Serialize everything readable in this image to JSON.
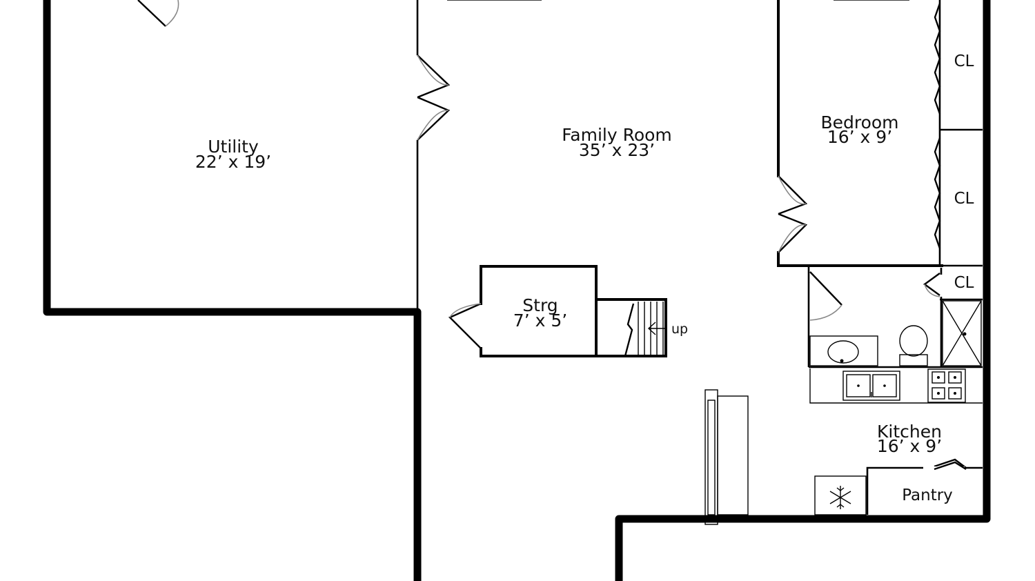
{
  "rooms": {
    "utility": {
      "name": "Utility",
      "size": "22’ x 19’"
    },
    "family_room": {
      "name": "Family Room",
      "size": "35’ x 23’"
    },
    "bedroom": {
      "name": "Bedroom",
      "size": "16’ x 9’"
    },
    "storage": {
      "name": "Strg",
      "size": "7’ x 5’"
    },
    "kitchen": {
      "name": "Kitchen",
      "size": "16’ x 9’"
    },
    "pantry": {
      "name": "Pantry"
    },
    "closet_1": {
      "name": "CL"
    },
    "closet_2": {
      "name": "CL"
    },
    "closet_3": {
      "name": "CL"
    }
  },
  "stairs": {
    "direction_label": "up"
  },
  "icons": {
    "freezer": "snowflake-icon",
    "shower": "shower-icon",
    "toilet": "toilet-icon",
    "sink": "sink-icon",
    "kitchen_sink": "double-sink-icon",
    "cooktop": "cooktop-icon"
  },
  "colors": {
    "wall": "#000000",
    "door_swing": "#888888",
    "background": "#ffffff"
  }
}
